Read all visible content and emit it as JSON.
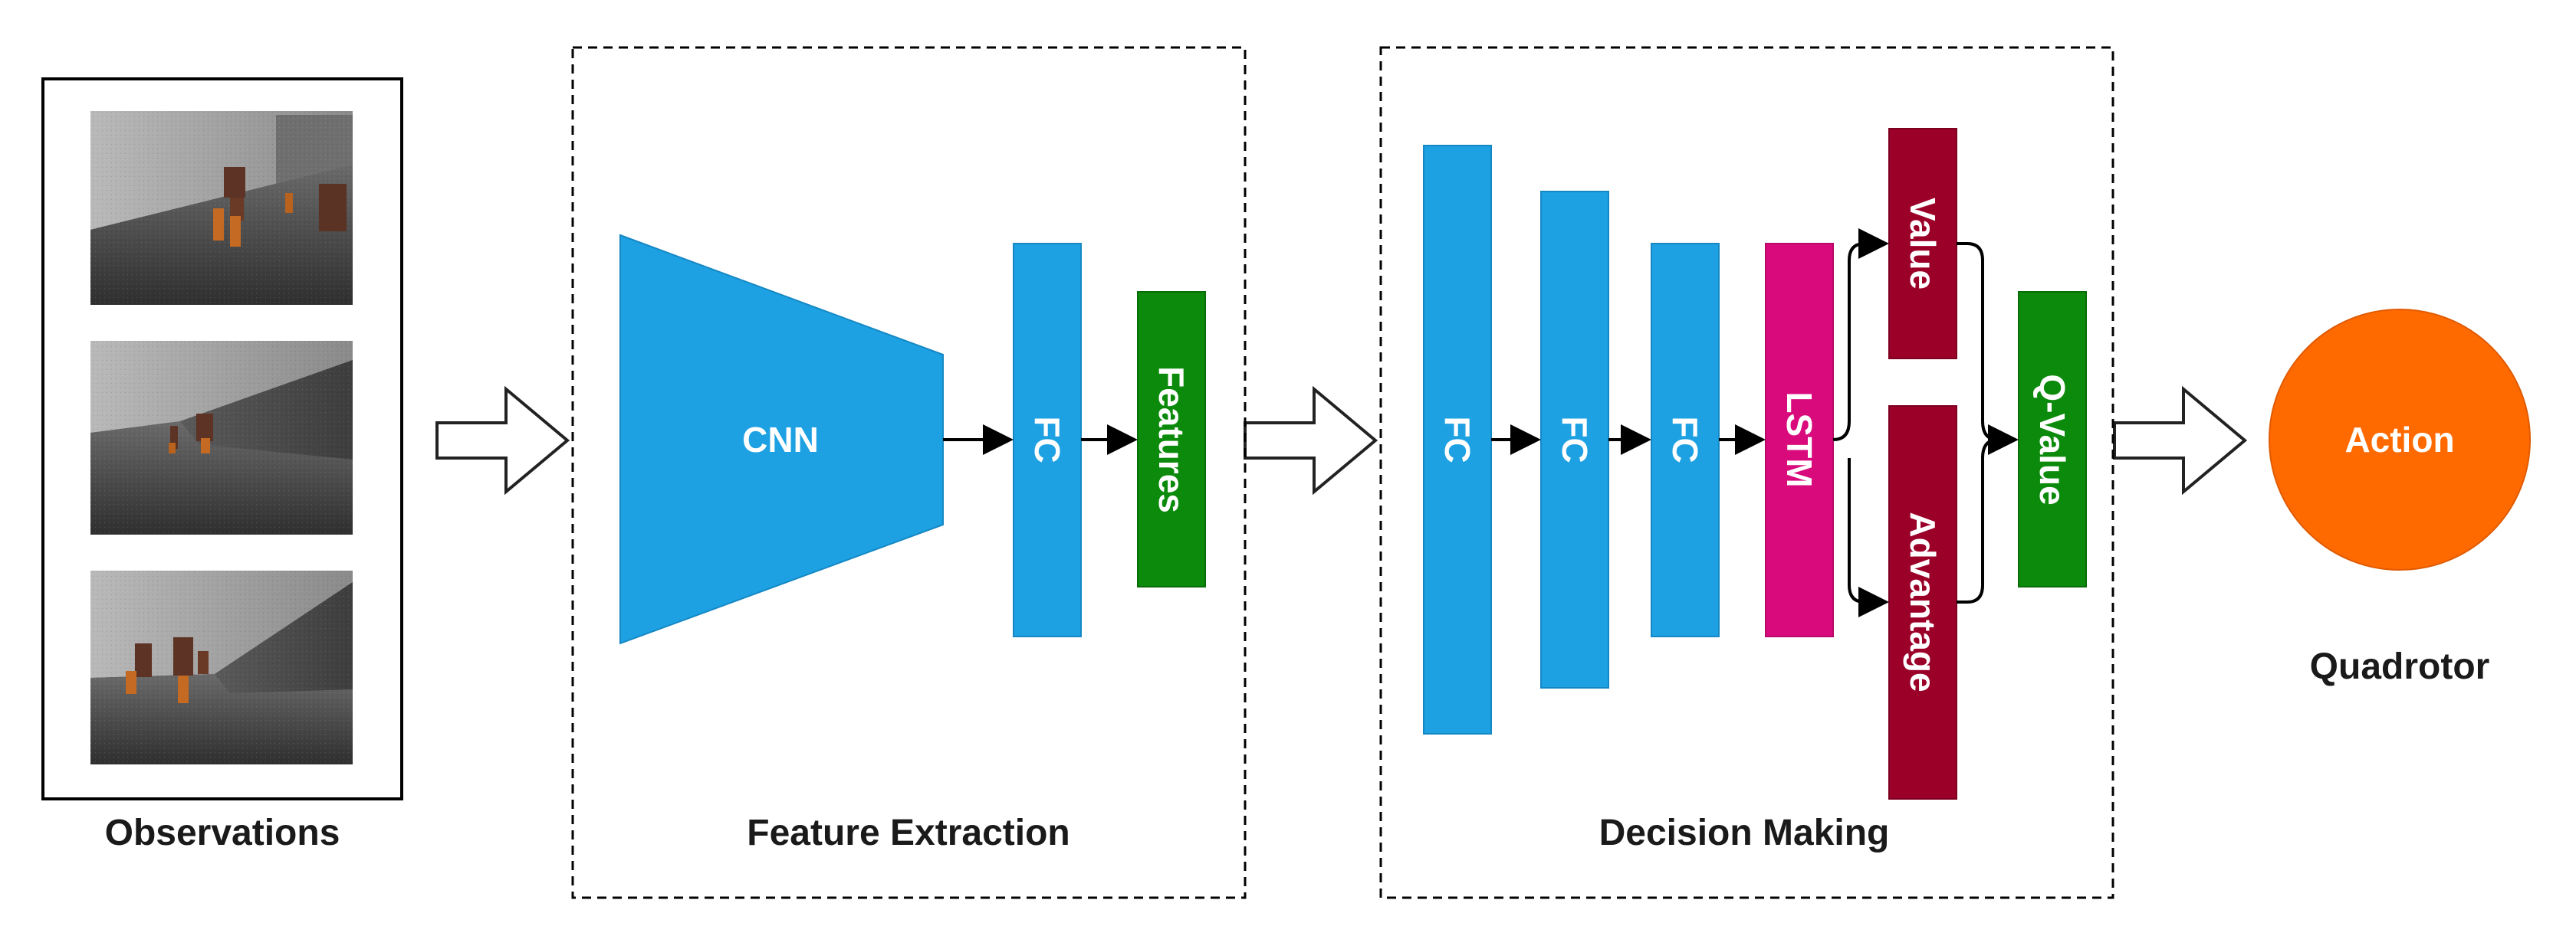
{
  "observations": {
    "label": "Observations",
    "frame_count": 3
  },
  "feature_extraction": {
    "label": "Feature Extraction",
    "cnn": "CNN",
    "fc": "FC",
    "features": "Features"
  },
  "decision_making": {
    "label": "Decision Making",
    "fc1": "FC",
    "fc2": "FC",
    "fc3": "FC",
    "lstm": "LSTM",
    "value": "Value",
    "advantage": "Advantage",
    "q_value": "Q-Value"
  },
  "action": {
    "label": "Action",
    "caption": "Quadrotor"
  },
  "colors": {
    "blue": "#1da1e2",
    "green": "#0b8a0b",
    "magenta": "#d90a7c",
    "crimson": "#9b0029",
    "orange": "#ff6a00",
    "frame_border": "#000000"
  }
}
